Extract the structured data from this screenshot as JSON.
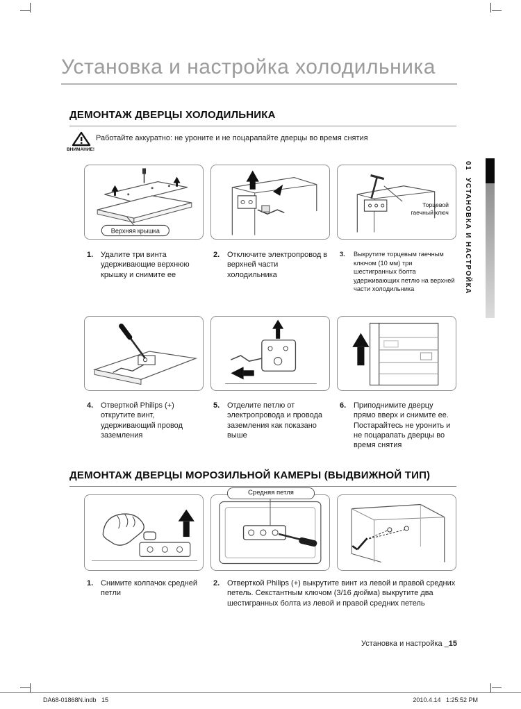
{
  "title": "Установка и настройка холодильника",
  "side_tab": {
    "chapter": "01",
    "label": "УСТАНОВКА И НАСТРОЙКА"
  },
  "section1": {
    "heading": "ДЕМОНТАЖ ДВЕРЦЫ ХОЛОДИЛЬНИКА",
    "caution_label": "ВНИМАНИЕ!",
    "caution_text": "Работайте аккуратно: не уроните и не поцарапайте дверцы во время снятия",
    "steps": [
      {
        "num": "1.",
        "text": "Удалите три винта удерживающие верхнюю крышку и снимите ее"
      },
      {
        "num": "2.",
        "text": "Отключите электропровод в верхней части холодильника"
      },
      {
        "num": "3.",
        "text": "Выкрутите торцевым гаечным ключом (10 мм) три шестигранных болта удерживающих петлю на верхней части холодильника"
      },
      {
        "num": "4.",
        "text": "Отверткой Philips (+) открутите винт, удерживающий провод заземления"
      },
      {
        "num": "5.",
        "text": "Отделите петлю от электропровода и провода заземления как показано выше"
      },
      {
        "num": "6.",
        "text": "Приподнимите дверцу прямо вверх и снимите ее. Постарайтесь не уронить и не поцарапать дверцы во время снятия"
      }
    ]
  },
  "section2": {
    "heading": "ДЕМОНТАЖ ДВЕРЦЫ МОРОЗИЛЬНОЙ КАМЕРЫ (ВЫДВИЖНОЙ ТИП)",
    "steps": [
      {
        "num": "1.",
        "text": "Снимите колпачок средней петли"
      },
      {
        "num": "2.",
        "text": "Отверткой Philips (+) выкрутите винт из левой и правой средних петель. Секстантным ключом (3/16 дюйма) выкрутите два шестигранных болта из левой и правой средних петель"
      }
    ]
  },
  "figures": {
    "top_cover_label": "Верхняя крышка",
    "socket_wrench_label_line1": "Торцевой",
    "socket_wrench_label_line2": "гаечный ключ",
    "middle_hinge_label": "Средняя петля"
  },
  "footer": {
    "label": "Установка и настройка _",
    "page_number": "15"
  },
  "print_line": {
    "left": "DA68-01868N.indb   15",
    "right": "2010.4.14   1:25:52 PM"
  }
}
